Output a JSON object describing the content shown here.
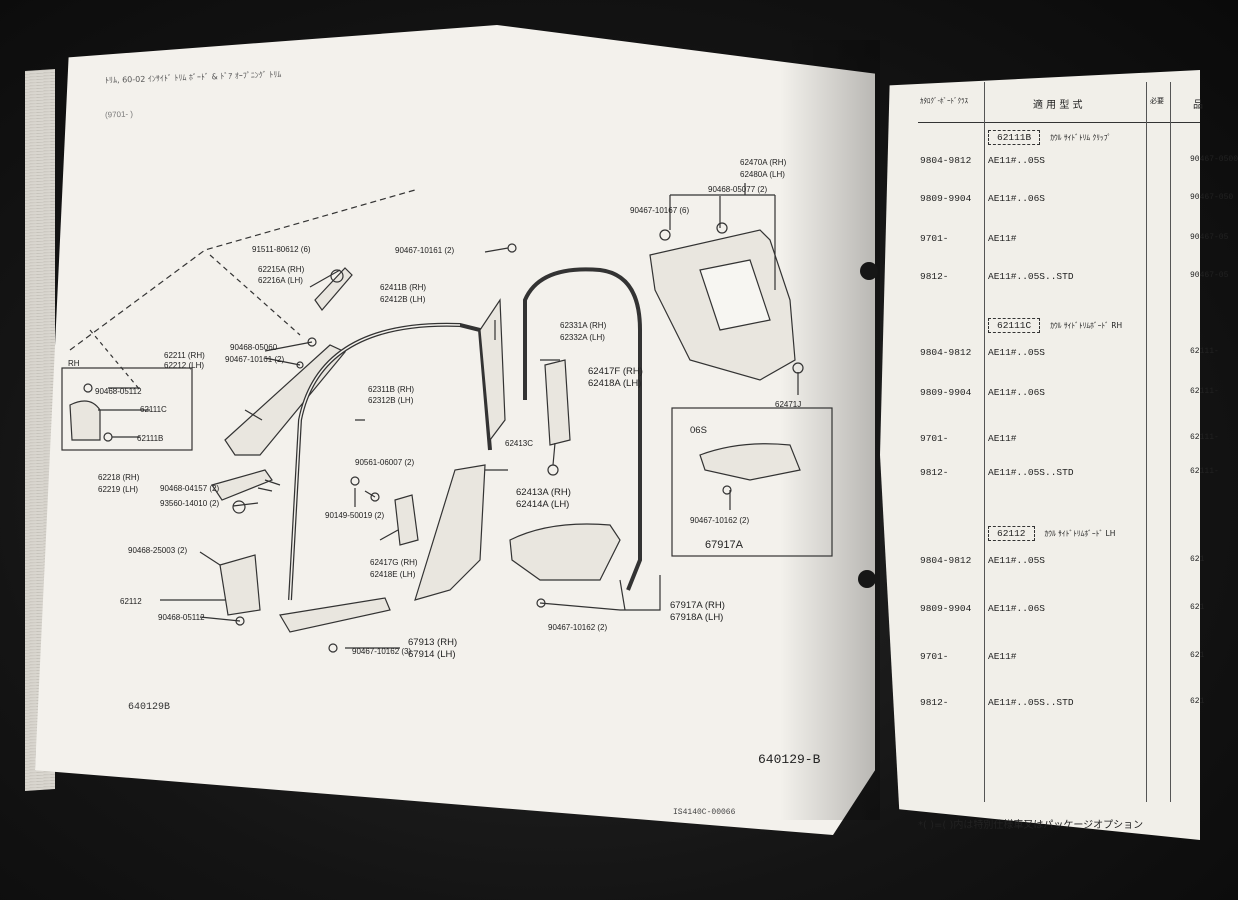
{
  "header": {
    "title_line": "ﾄﾘﾑ, 60-02 ｲﾝｻｲﾄﾞ ﾄﾘﾑ ﾎﾞｰﾄﾞ & ﾄﾞｱ ｵｰﾌﾟﾆﾝｸﾞ ﾄﾘﾑ",
    "period_note": "(9701-     )"
  },
  "figure": {
    "id_small": "640129B",
    "id_large": "640129-B",
    "print_code": "IS4140C-00066",
    "inset_label": "06S",
    "rh_label": "RH",
    "callouts": [
      {
        "id": "c1",
        "text": "62470A (RH)"
      },
      {
        "id": "c2",
        "text": "62480A (LH)"
      },
      {
        "id": "c3",
        "text": "90468-05077 (2)"
      },
      {
        "id": "c4",
        "text": "90467-10167 (6)"
      },
      {
        "id": "c5",
        "text": "91511-80612 (6)"
      },
      {
        "id": "c6",
        "text": "62215A (RH)"
      },
      {
        "id": "c7",
        "text": "62216A (LH)"
      },
      {
        "id": "c8",
        "text": "62411B (RH)"
      },
      {
        "id": "c9",
        "text": "62412B (LH)"
      },
      {
        "id": "c10",
        "text": "90467-10161 (2)"
      },
      {
        "id": "c11",
        "text": "62331A (RH)"
      },
      {
        "id": "c12",
        "text": "62332A (LH)"
      },
      {
        "id": "c13",
        "text": "90468-05060"
      },
      {
        "id": "c14",
        "text": "62211 (RH)"
      },
      {
        "id": "c15",
        "text": "62212 (LH)"
      },
      {
        "id": "c16",
        "text": "90467-10161 (2)"
      },
      {
        "id": "c17",
        "text": "90468-05112"
      },
      {
        "id": "c18",
        "text": "62111C"
      },
      {
        "id": "c19",
        "text": "62111B"
      },
      {
        "id": "c20",
        "text": "62311B (RH)"
      },
      {
        "id": "c21",
        "text": "62312B (LH)"
      },
      {
        "id": "c22",
        "text": "62417F (RH)"
      },
      {
        "id": "c23",
        "text": "62418A (LH)"
      },
      {
        "id": "c24",
        "text": "62471J"
      },
      {
        "id": "c25",
        "text": "62413C"
      },
      {
        "id": "c26",
        "text": "62218 (RH)"
      },
      {
        "id": "c27",
        "text": "62219 (LH)"
      },
      {
        "id": "c28",
        "text": "90468-04157 (2)"
      },
      {
        "id": "c29",
        "text": "93560-14010 (2)"
      },
      {
        "id": "c30",
        "text": "90561-06007 (2)"
      },
      {
        "id": "c31",
        "text": "90149-50019 (2)"
      },
      {
        "id": "c32",
        "text": "62413A (RH)"
      },
      {
        "id": "c33",
        "text": "62414A (LH)"
      },
      {
        "id": "c34",
        "text": "62417G (RH)"
      },
      {
        "id": "c35",
        "text": "62418E (LH)"
      },
      {
        "id": "c36",
        "text": "90467-10162 (2)"
      },
      {
        "id": "c37",
        "text": "67917A"
      },
      {
        "id": "c38",
        "text": "90468-25003 (2)"
      },
      {
        "id": "c39",
        "text": "62112"
      },
      {
        "id": "c40",
        "text": "90468-05112"
      },
      {
        "id": "c41",
        "text": "67917A (RH)"
      },
      {
        "id": "c42",
        "text": "67918A (LH)"
      },
      {
        "id": "c43",
        "text": "90467-10162 (2)"
      },
      {
        "id": "c44",
        "text": "67913 (RH)"
      },
      {
        "id": "c45",
        "text": "67914 (LH)"
      },
      {
        "id": "c46",
        "text": "90467-10162 (3)"
      }
    ]
  },
  "table": {
    "headers": {
      "period": "ｶﾀﾛｸﾞ-ﾎﾞｰﾄﾞｸﾗｽ",
      "model": "適 用 型 式",
      "qty": "必要",
      "part": "品"
    },
    "groups": [
      {
        "code": "62111B",
        "name": "ｶｳﾙ ｻｲﾄﾞﾄﾘﾑ ｸﾘｯﾌﾟ"
      },
      {
        "code": "62111C",
        "name": "ｶｳﾙ ｻｲﾄﾞﾄﾘﾑﾎﾞｰﾄﾞ RH"
      },
      {
        "code": "62112",
        "name": "ｶｳﾙ ｻｲﾄﾞﾄﾘﾑﾎﾞｰﾄﾞ LH"
      }
    ],
    "rows": [
      {
        "period": "9804-9812",
        "model": "AE11#..05S",
        "part": "90467-0500"
      },
      {
        "period": "9809-9904",
        "model": "AE11#..06S",
        "part": "90467-050"
      },
      {
        "period": "9701-",
        "model": "AE11#",
        "part": "90467-05"
      },
      {
        "period": "9812-",
        "model": "AE11#..05S..STD",
        "part": "90467-05"
      },
      {
        "period": "9804-9812",
        "model": "AE11#..05S",
        "part": "62111-"
      },
      {
        "period": "9809-9904",
        "model": "AE11#..06S",
        "part": "62111-"
      },
      {
        "period": "9701-",
        "model": "AE11#",
        "part": "62111-"
      },
      {
        "period": "9812-",
        "model": "AE11#..05S..STD",
        "part": "62111-"
      },
      {
        "period": "9804-9812",
        "model": "AE11#..05S",
        "part": "621"
      },
      {
        "period": "9809-9904",
        "model": "AE11#..06S",
        "part": "621"
      },
      {
        "period": "9701-",
        "model": "AE11#",
        "part": "621"
      },
      {
        "period": "9812-",
        "model": "AE11#..05S..STD",
        "part": "621"
      }
    ],
    "footnote": "*( )=( )内は特別仕様車又はパッケージオプション"
  }
}
